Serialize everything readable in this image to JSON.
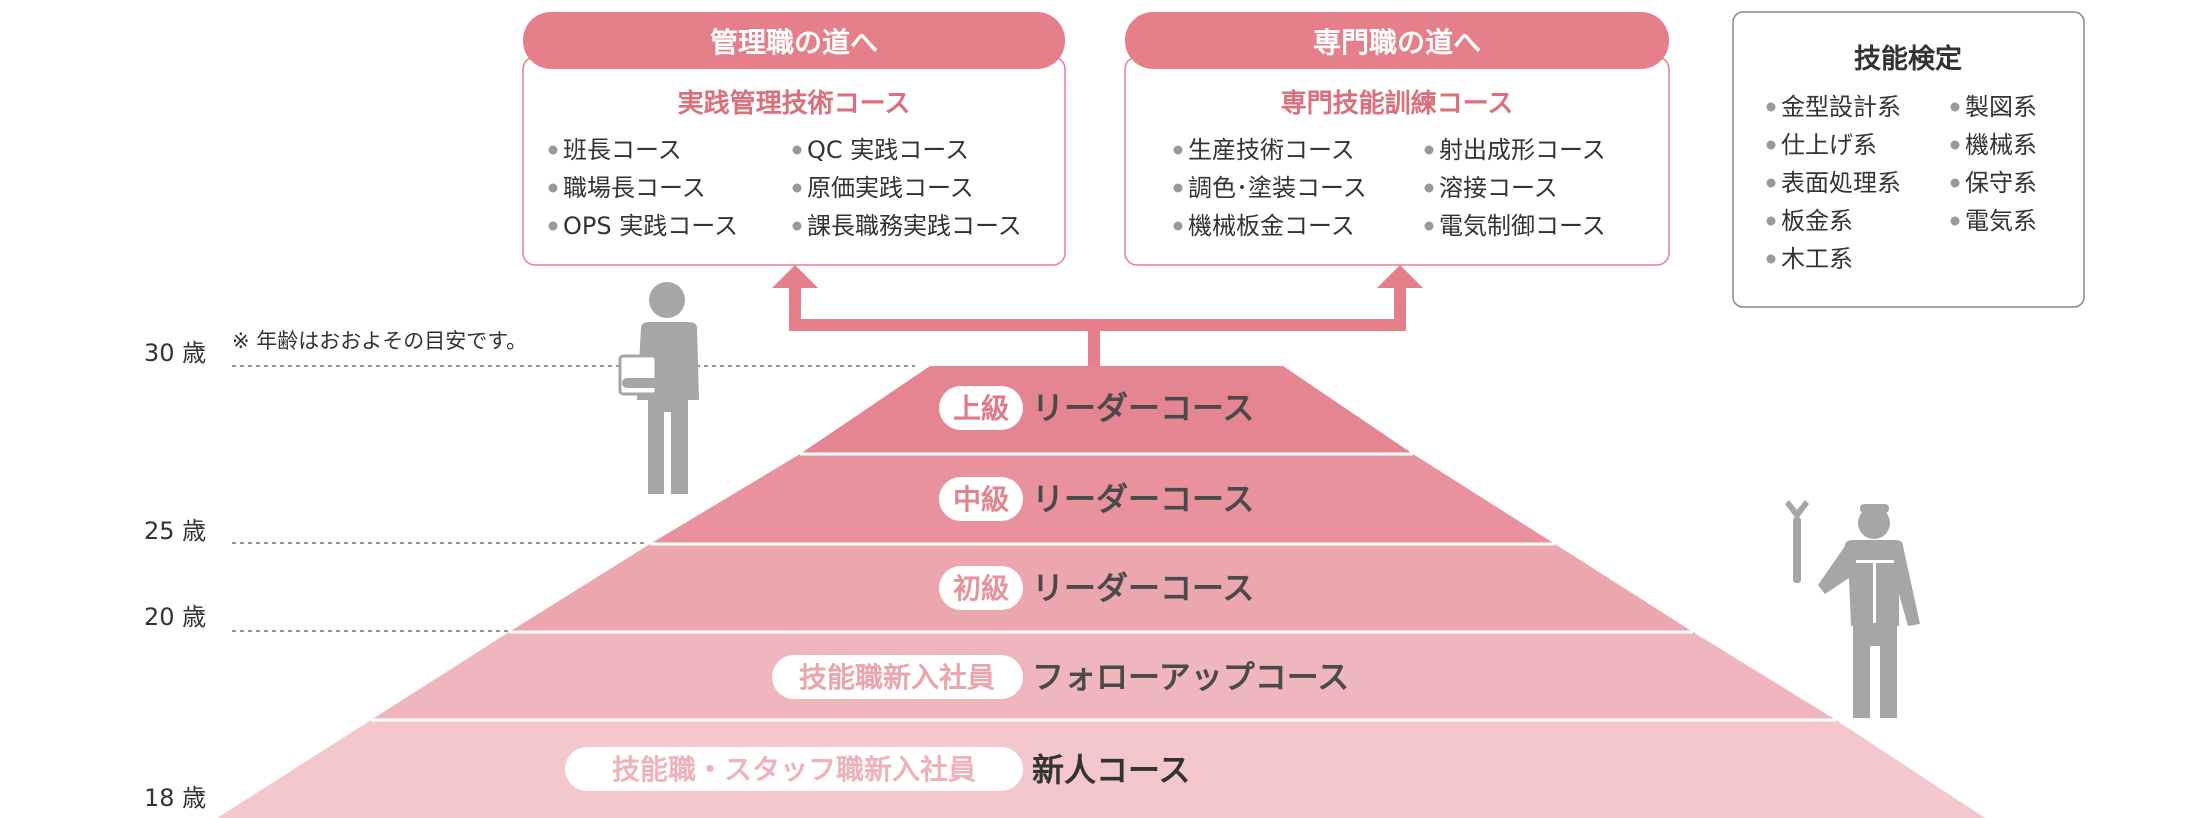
{
  "colors": {
    "accent": "#e57f89",
    "accent_text": "#d9707c",
    "level_1": "#e58591",
    "level_2": "#e9929d",
    "level_3": "#eca6ae",
    "level_4": "#f0b6bd",
    "level_5": "#f3c7cc",
    "figure": "#a6a6a6",
    "box_border": "#888888"
  },
  "management": {
    "header": "管理職の道へ",
    "subtitle": "実践管理技術コース",
    "items_left": [
      "班長コース",
      "職場長コース",
      "OPS 実践コース"
    ],
    "items_right": [
      "QC 実践コース",
      "原価実践コース",
      "課長職務実践コース"
    ]
  },
  "specialist": {
    "header": "専門職の道へ",
    "subtitle": "専門技能訓練コース",
    "items_left": [
      "生産技術コース",
      "調色･塗装コース",
      "機械板金コース"
    ],
    "items_right": [
      "射出成形コース",
      "溶接コース",
      "電気制御コース"
    ]
  },
  "skills": {
    "title": "技能検定",
    "items_left": [
      "金型設計系",
      "仕上げ系",
      "表面処理系",
      "板金系",
      "木工系"
    ],
    "items_right": [
      "製図系",
      "機械系",
      "保守系",
      "電気系"
    ]
  },
  "note": "※ 年齢はおおよその目安です。",
  "ages": [
    "30 歳",
    "25 歳",
    "20 歳",
    "18 歳"
  ],
  "levels": [
    {
      "badge": "上級",
      "title": "リーダーコース"
    },
    {
      "badge": "中級",
      "title": "リーダーコース"
    },
    {
      "badge": "初級",
      "title": "リーダーコース"
    },
    {
      "badge": "技能職新入社員",
      "title": "フォローアップコース"
    },
    {
      "badge": "技能職・スタッフ職新入社員",
      "title": "新人コース"
    }
  ],
  "icons": {
    "figure_left": "person-with-clipboard-icon",
    "figure_right": "worker-with-wrench-icon",
    "arrows": "up-arrow-icon"
  }
}
